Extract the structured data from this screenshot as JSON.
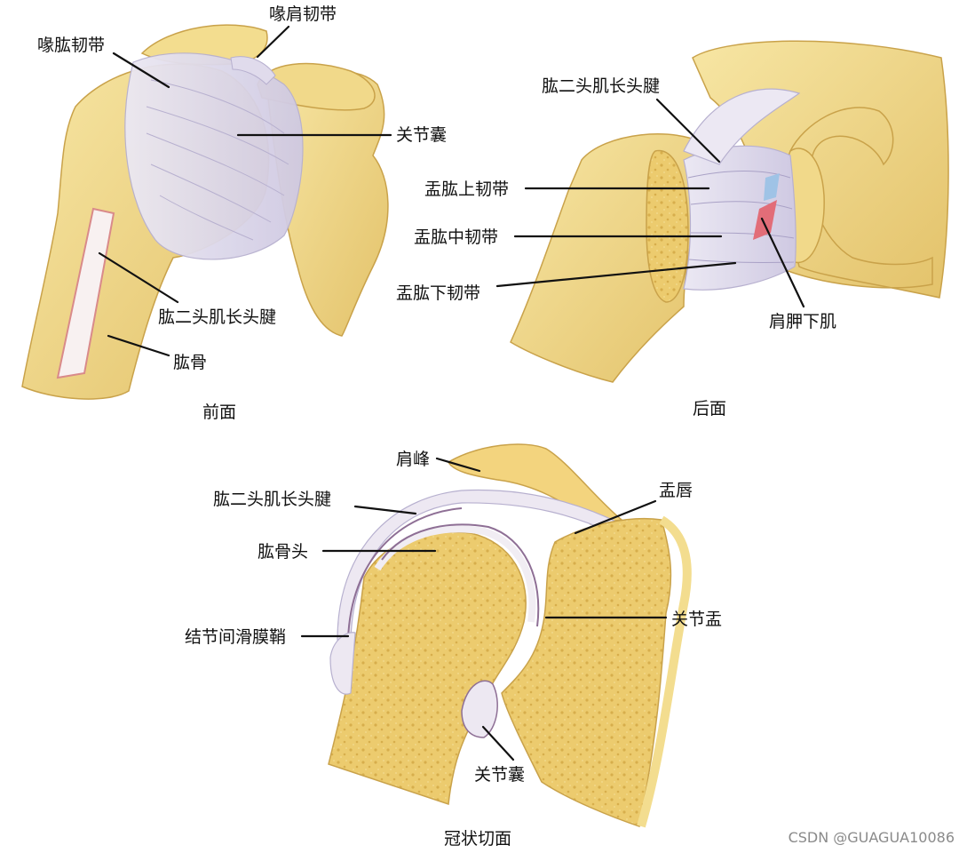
{
  "colors": {
    "bone": "#f3dd8f",
    "bone_shade": "#e2c166",
    "bone_edge": "#c9a24a",
    "cancellous": "#e9c96a",
    "ligament": "#dcd8ea",
    "ligament_line": "#b7b0cf",
    "tendon": "#f6eef0",
    "tendon_red": "#d98a8a",
    "cartilage": "#f1edf3",
    "synovial": "#8e6f95",
    "muscle_red": "#e26d78",
    "muscle_blue": "#9fc3e6",
    "text": "#111111",
    "watermark": "#8a8a8a"
  },
  "front": {
    "caption": "前面",
    "labels": {
      "coracohumeral": "喙肱韧带",
      "coracoacromial": "喙肩韧带",
      "capsule": "关节囊",
      "biceps_tendon": "肱二头肌长头腱",
      "humerus": "肱骨"
    }
  },
  "back": {
    "caption": "后面",
    "labels": {
      "biceps_tendon": "肱二头肌长头腱",
      "superior_gh": "盂肱上韧带",
      "middle_gh": "盂肱中韧带",
      "inferior_gh": "盂肱下韧带",
      "subscapularis": "肩胛下肌"
    }
  },
  "coronal": {
    "caption": "冠状切面",
    "labels": {
      "acromion": "肩峰",
      "biceps_tendon": "肱二头肌长头腱",
      "labrum": "盂唇",
      "humeral_head": "肱骨头",
      "glenoid": "关节盂",
      "sheath": "结节间滑膜鞘",
      "capsule": "关节囊"
    }
  },
  "watermark": "CSDN @GUAGUA10086"
}
